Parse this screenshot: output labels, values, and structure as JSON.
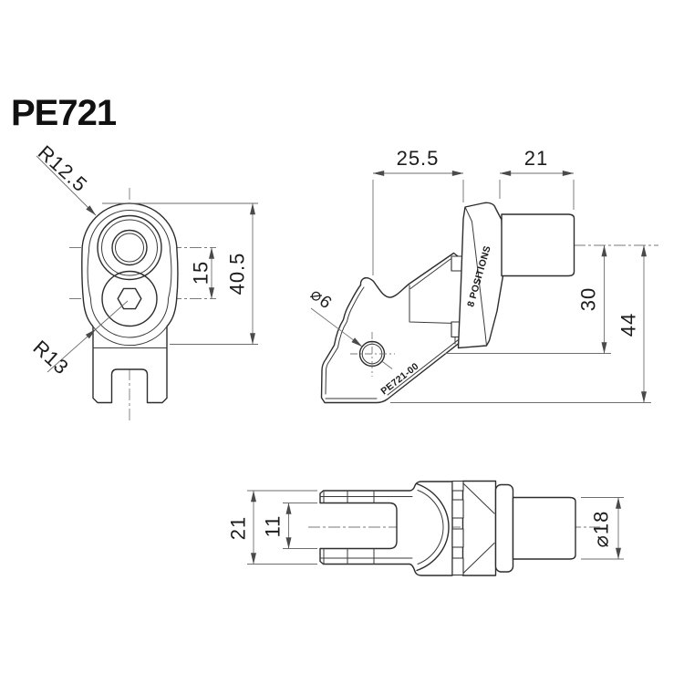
{
  "title": "PE721",
  "front_view": {
    "radius_top_label": "R12.5",
    "radius_bottom_label": "R13",
    "hole_spacing_dim": "15",
    "overall_height_dim": "40.5"
  },
  "side_view": {
    "bracket_width_dim": "25.5",
    "peg_length_dim": "21",
    "hole_diameter_label": "⌀6",
    "part_number_label": "PE721-00",
    "positions_label": "8 POSITIONS",
    "center_to_mount_dim": "30",
    "center_to_bottom_dim": "44"
  },
  "bottom_view": {
    "fork_width_dim": "21",
    "slot_width_dim": "11",
    "shaft_diameter_label": "⌀18"
  },
  "colors": {
    "background": "#ffffff",
    "outline": "#2d2d2d",
    "dimension_lines": "#6e6e6e",
    "text": "#1c1c1c"
  }
}
